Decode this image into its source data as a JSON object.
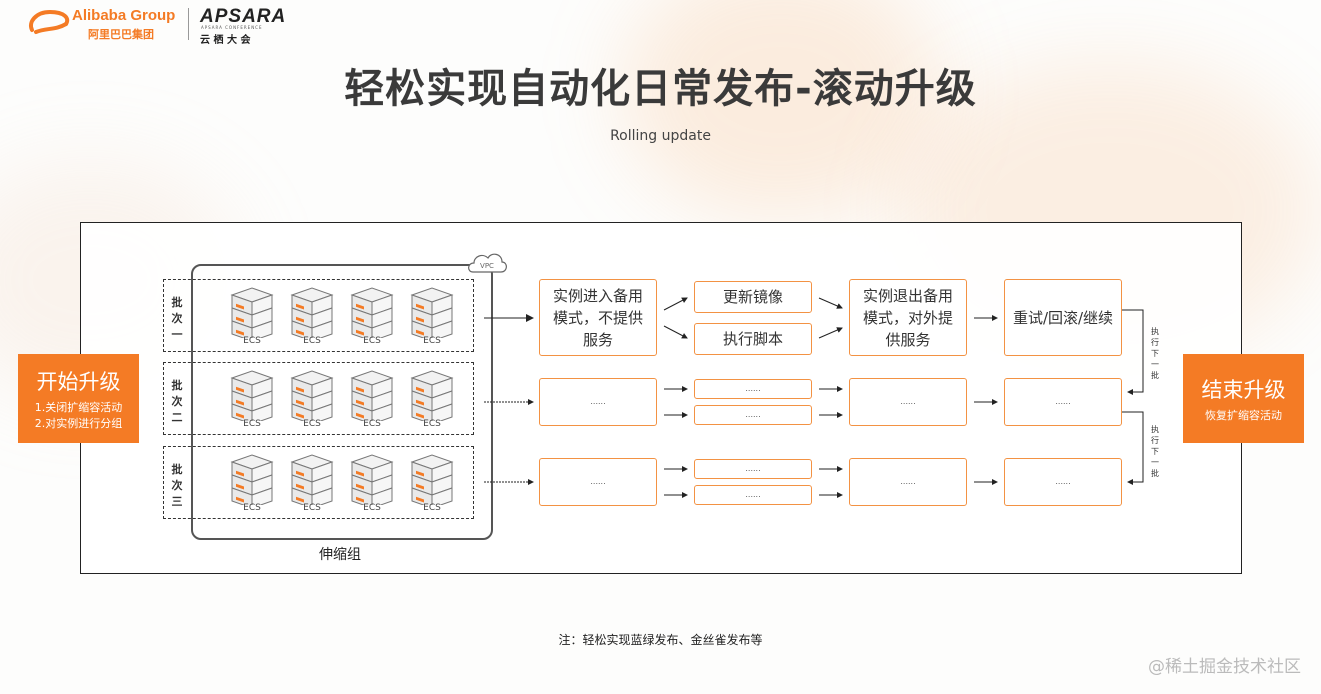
{
  "header": {
    "alibaba_en": "Alibaba Group",
    "alibaba_cn": "阿里巴巴集团",
    "apsara_en": "APSARA",
    "apsara_small": "APSARA CONFERENCE",
    "apsara_cn": "云 栖 大 会"
  },
  "title": "轻松实现自动化日常发布-滚动升级",
  "subtitle": "Rolling update",
  "start": {
    "title": "开始升级",
    "lines": [
      "1.关闭扩缩容活动",
      "2.对实例进行分组"
    ]
  },
  "end": {
    "title": "结束升级",
    "sub": "恢复扩缩容活动"
  },
  "batches": [
    {
      "label": "批次一",
      "ecs": [
        "ECS",
        "ECS",
        "ECS",
        "ECS"
      ]
    },
    {
      "label": "批次二",
      "ecs": [
        "ECS",
        "ECS",
        "ECS",
        "ECS"
      ]
    },
    {
      "label": "批次三",
      "ecs": [
        "ECS",
        "ECS",
        "ECS",
        "ECS"
      ]
    }
  ],
  "vpc": "VPC",
  "group_label": "伸缩组",
  "steps": {
    "row1": {
      "enter": "实例进入备用模式，不提供服务",
      "update": "更新镜像",
      "script": "执行脚本",
      "exit": "实例退出备用模式，对外提供服务",
      "retry": "重试/回滚/继续"
    },
    "placeholder": "......"
  },
  "next_batch": "执行下一批",
  "note": "注：轻松实现蓝绿发布、金丝雀发布等",
  "watermark": "@稀土掘金技术社区",
  "colors": {
    "accent": "#f47b25",
    "box_border": "#f39243"
  }
}
